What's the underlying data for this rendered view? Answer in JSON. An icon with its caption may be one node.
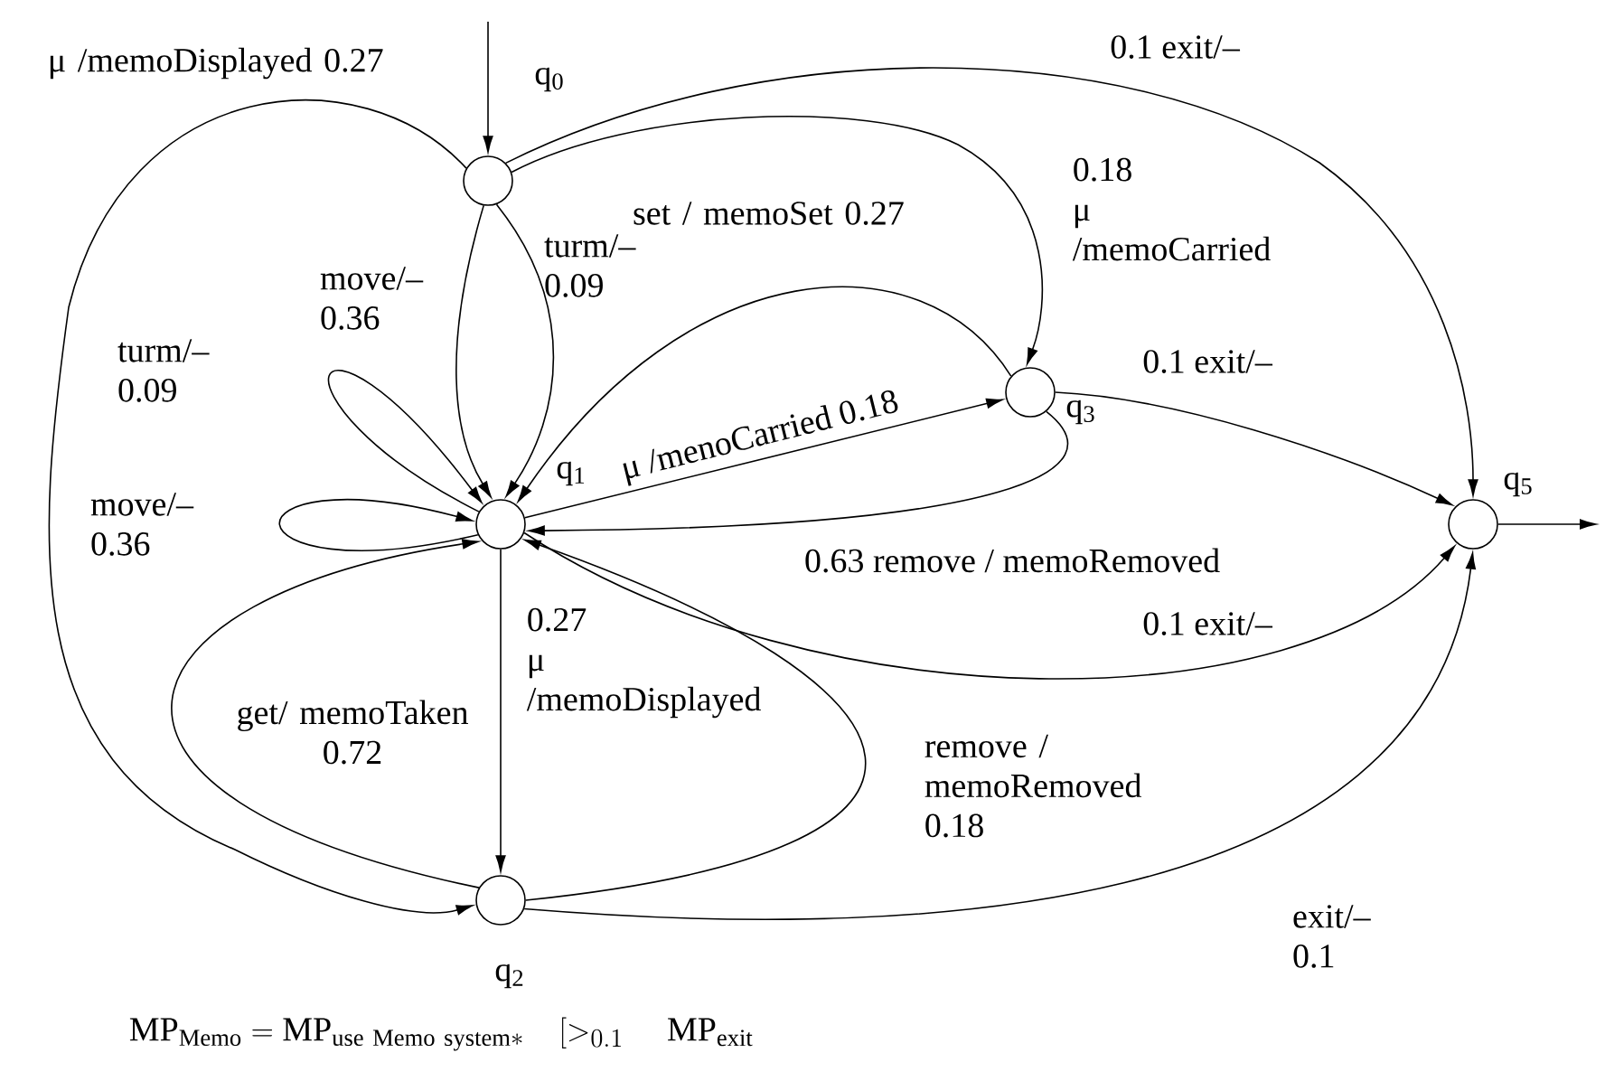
{
  "diagram": {
    "caption": "\\mathrm{MP}_{\\mathrm{Memo}}=\\mathrm{MP}_{\\mathrm{use\\ Memo\\ system*}}\\quad[>_{0.1}\\quad\\mathrm{MP}_{\\mathrm{exit}}",
    "nodes": [
      {
        "text": [],
        "shape": "circle",
        "beside": [
          "q$_{0}$"
        ]
      },
      {
        "text": [],
        "shape": "circle",
        "beside": [
          "q$_{1}$"
        ]
      },
      {
        "text": [],
        "shape": "circle",
        "beside": [
          "q$_{2}$"
        ]
      },
      {
        "text": [],
        "shape": "circle",
        "beside": [
          "q$_{3}$"
        ]
      },
      {
        "text": [],
        "shape": "circle",
        "beside": [
          "q$_{5}$"
        ]
      }
    ],
    "edges": [
      {
        "from": null,
        "to": 0,
        "arrow": "to"
      },
      {
        "from": 0,
        "to": 1,
        "arrow": "to",
        "label": "move/– 0.36"
      },
      {
        "from": 0,
        "to": 1,
        "arrow": "to",
        "label": "turm/– 0.09"
      },
      {
        "from": 0,
        "to": 2,
        "arrow": "to",
        "label": "μ /memoDisplayed 0.27"
      },
      {
        "from": 0,
        "to": 3,
        "arrow": "to",
        "label": "0.18 μ /memoCarried"
      },
      {
        "from": 0,
        "to": 4,
        "arrow": "to",
        "label": "0.1 exit/–"
      },
      {
        "from": 1,
        "to": 1,
        "arrow": "to",
        "label": "turm/– 0.09"
      },
      {
        "from": 1,
        "to": 1,
        "arrow": "to",
        "label": "move/– 0.36"
      },
      {
        "from": 3,
        "to": 1,
        "arrow": "to",
        "label": "set / memoSet 0.27"
      },
      {
        "from": 1,
        "to": 3,
        "arrow": "to",
        "label": "μ /menoCarried 0.18"
      },
      {
        "from": 3,
        "to": 1,
        "arrow": "to",
        "label": "0.63 remove / memoRemoved"
      },
      {
        "from": 1,
        "to": 4,
        "arrow": "to",
        "label": "0.1 exit/–"
      },
      {
        "from": 1,
        "to": 2,
        "arrow": "to",
        "label": "0.27 μ /memoDisplayed"
      },
      {
        "from": 2,
        "to": 1,
        "arrow": "to",
        "label": "get/ memoTaken 0.72"
      },
      {
        "from": 2,
        "to": 1,
        "arrow": "to",
        "label": "remove / memoRemoved 0.18"
      },
      {
        "from": 3,
        "to": 4,
        "arrow": "to",
        "label": "0.1 exit/–"
      },
      {
        "from": 2,
        "to": 4,
        "arrow": "to",
        "label": "exit/– 0.1"
      },
      {
        "from": 4,
        "to": null,
        "arrow": "to"
      }
    ]
  }
}
